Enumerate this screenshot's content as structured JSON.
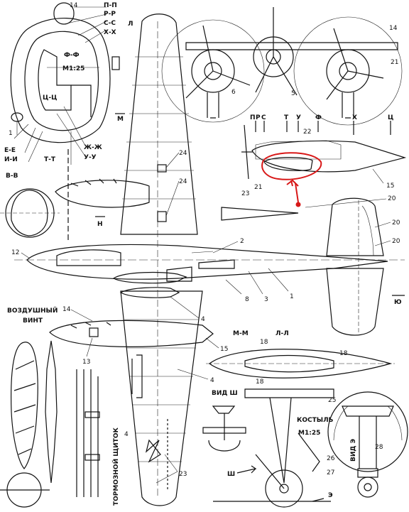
{
  "sections": {
    "pp": "П-П",
    "rr": "Р-Р",
    "ss": "С-С",
    "hh": "Х-Х",
    "ff": "Ф-Ф",
    "tsts": "Ц-Ц",
    "ee": "Е-Е",
    "ii": "И-И",
    "tt": "Т-Т",
    "zhzh": "Ж-Ж",
    "uu": "У-У",
    "vv": "В-В",
    "mm": "М-М",
    "ll": "Л-Л"
  },
  "section_marks": {
    "l": "Л",
    "m": "М",
    "n": "Н",
    "yu": "Ю"
  },
  "scale_labels": {
    "top": "М1:25",
    "bottom": "М1:25"
  },
  "letters_side_view": {
    "p": "П",
    "r": "Р",
    "s": "С",
    "t": "Т",
    "u": "У",
    "f": "Ф",
    "kh": "Х",
    "ts": "Ц"
  },
  "captions": {
    "vozdushny": "ВОЗДУШНЫЙ",
    "vint": "ВИНТ",
    "tormoznoy": "ТОРМОЗНОЙ ЩИТОК",
    "vid_sh": "ВИД Ш",
    "kostyl": "КОСТЫЛЬ",
    "vid_e": "ВИД Э",
    "sh": "Ш",
    "e": "Э"
  },
  "numbers": {
    "n1": "1",
    "n2": "2",
    "n3": "3",
    "n4a": "4",
    "n4b": "4",
    "n4c": "4",
    "n5": "5",
    "n6": "6",
    "n8": "8",
    "n12": "12",
    "n13": "13",
    "n14a": "14",
    "n14b": "14",
    "n14c": "14",
    "n15a": "15",
    "n15b": "15",
    "n18a": "18",
    "n18b": "18",
    "n18c": "18",
    "n20a": "20",
    "n20b": "20",
    "n20c": "20",
    "n21a": "21",
    "n21b": "21",
    "n22": "22",
    "n23a": "23",
    "n23b": "23",
    "n24a": "24",
    "n24b": "24",
    "n25": "25",
    "n26": "26",
    "n27": "27",
    "n28": "28"
  },
  "colors": {
    "ink": "#111111",
    "highlight": "#d81818"
  }
}
